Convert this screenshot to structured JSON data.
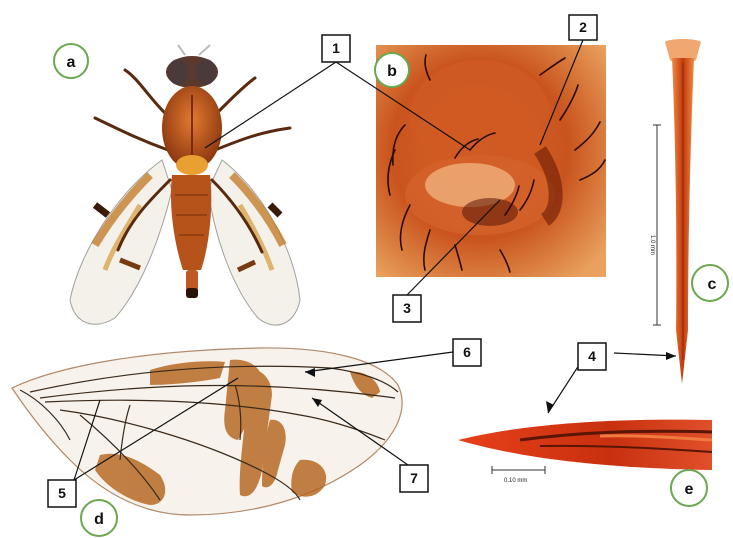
{
  "figure": {
    "panel_labels": {
      "a": "a",
      "b": "b",
      "c": "c",
      "d": "d",
      "e": "e"
    },
    "callouts": {
      "1": "1",
      "2": "2",
      "3": "3",
      "4": "4",
      "5": "5",
      "6": "6",
      "7": "7"
    },
    "scale_bars": {
      "c": "1.0 mm",
      "e": "0.10 mm"
    }
  },
  "colors": {
    "panel_circle": "#6aa84f",
    "fly_body": "#b5531a",
    "wing_band": "#b5651d",
    "ovipositor": "#d84a1e",
    "leader_line": "#111111"
  }
}
